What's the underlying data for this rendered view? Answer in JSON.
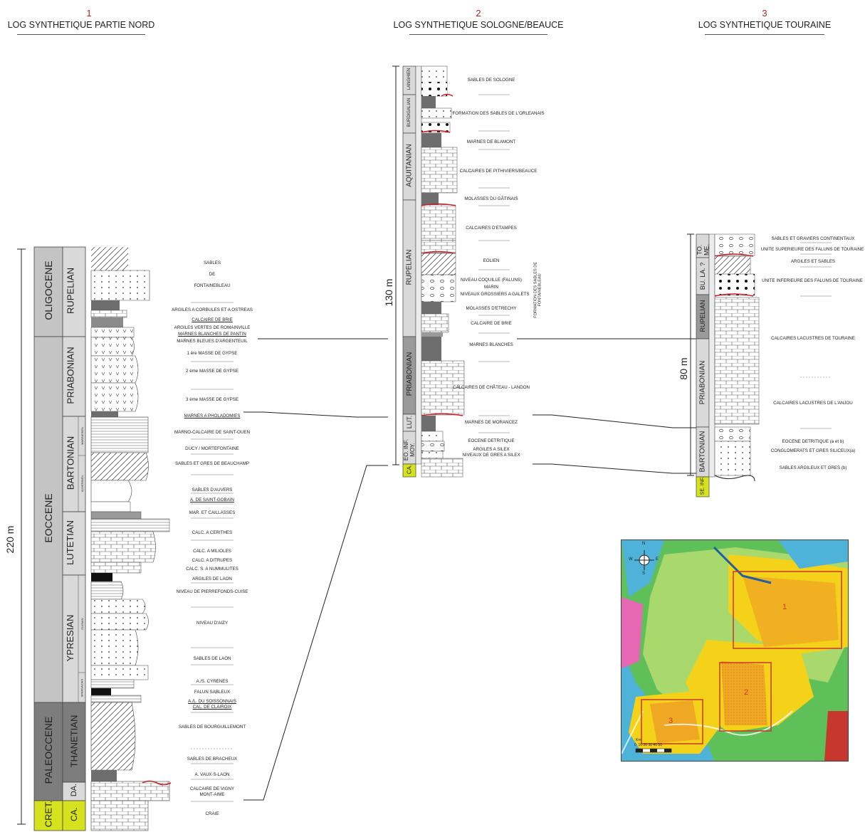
{
  "columns": [
    {
      "num": "1",
      "title": "LOG SYNTHETIQUE PARTIE NORD",
      "thickness": "220 m",
      "epochs": [
        {
          "name": "OLIGOCENE"
        },
        {
          "name": "EOCCENE"
        },
        {
          "name": "PALEOCCENE"
        },
        {
          "name": "CRET."
        }
      ],
      "stages": [
        {
          "name": "RUPELIAN"
        },
        {
          "name": "PRIABONIAN"
        },
        {
          "name": "BARTONIAN"
        },
        {
          "name": "LUTETIAN"
        },
        {
          "name": "YPRESIAN"
        },
        {
          "name": "THANETIAN"
        },
        {
          "name": "DA."
        },
        {
          "name": "CA."
        }
      ],
      "substages": [
        "MARINESIEN",
        "AUVERSIEN",
        "CUISIAN",
        "SPARNACIAN"
      ],
      "units": [
        "SABLES",
        "DE",
        "FONTAINEBLEAU",
        "ARGILES A CORBULES ET A OSTREAS",
        "CALCAIRE DE BRIE",
        "ARGILES VERTES DE ROMAINVILLE",
        "MARNES BLANCHES DE PANTIN",
        "MARNES BLEUES D'ARGENTEUIL",
        "1 ère MASSE DE GYPSE",
        "2 ème MASSE DE GYPSE",
        "3 ème MASSE DE GYPSE",
        "MARNES A PHOLADOMIES",
        "MARNO-CALCAIRE DE SAINT-OUEN",
        "DUCY / MORTEFONTAINE",
        "SABLES ET GRES DE BEAUCHAMP",
        "SABLES D'AUVERS",
        "A. DE SAINT-GOBAIN",
        "MAR. ET CAILLASSES",
        "CALC. A CERITHES",
        "CALC. A MILIOLES",
        "CALC. A DITRUPES",
        "CALC. S. A NUMMULITES",
        "ARGILES DE LAON",
        "NIVEAU DE PIERREFONDS-CUISE",
        "NIVEAU D'AIZY",
        "SABLES DE LAON",
        "A./S. CYRENES",
        "FALUN SABLEUX",
        "A./L. DU SOISSONNAIS",
        "CAL. DE CLAIROIX",
        "SABLES DE BOURGUILLEMONT",
        "SABLES DE BRACHEUX",
        "A. VAUX-S-LAON",
        "CALCAIRE DE VIGNY",
        "MONT-AIME",
        "CRAIE"
      ]
    },
    {
      "num": "2",
      "title": "LOG SYNTHETIQUE SOLOGNE/BEAUCE",
      "thickness": "130 m",
      "stages": [
        {
          "name": "LANGHIEN"
        },
        {
          "name": "BURDIGALIAN"
        },
        {
          "name": "AQUITANIAN"
        },
        {
          "name": "RUPELIAN"
        },
        {
          "name": "PRIABONIAN"
        },
        {
          "name": "LUT."
        },
        {
          "name": "EO. INF. MOY."
        },
        {
          "name": "CA."
        }
      ],
      "units": [
        "SABLES DE SOLOGNE",
        "FORMATION DES SABLES DE L'ORLEANAIS",
        "MARNES DE BLAMONT",
        "CALCAIRES DE PITHIVIERS/BEAUCE",
        "MOLASSES DU GÂTINAIS",
        "CALCAIRES D'ETAMPES",
        "EOLIEN",
        "NIVEAU COQUILLE (FALUNS)",
        "MARIN",
        "NIVEAUX GROSSIERS A GALETS",
        "MOLASSES D'ETRECHY",
        "CALCAIRE DE BRIE",
        "MARNES BLANCHES",
        "CALCAIRES DE CHÂTEAU - LANDON",
        "MARNES DE MORANCEZ",
        "EOCENE DETRITIQUE",
        "ARGILES A SILEX",
        "NIVEAUX DE GRES A SILEX"
      ],
      "side_label": "FORMATION DES SABLES DE FONTAINEBLEAU"
    },
    {
      "num": "3",
      "title": "LOG SYNTHETIQUE TOURAINE",
      "thickness": "80 m",
      "stages": [
        {
          "name": "TO. ME."
        },
        {
          "name": "BU. LA. ?"
        },
        {
          "name": "RUPELIAN"
        },
        {
          "name": "PRIABONIAN"
        },
        {
          "name": "BARTONIAN"
        },
        {
          "name": "SE. INF."
        }
      ],
      "units": [
        "SABLES ET GRAVIERS CONTINENTAUX",
        "UNITE SUPERIEURE DES FALUNS DE TOURAINE",
        "ARGILES ET SABLES",
        "UNITE INFERIEURE DES FALUNS DE TOURAINE",
        "CALCAIRES LACUSTRES DE TOURAINE",
        "CALCAIRES LACUSTRES DE L'ANJOU",
        "EOCENE DETRITIQUE (a et b)",
        "CONGLOMERATS ET GRES SILICEUX(a)",
        "SABLES ARGILEUX ET GRES (b)"
      ]
    }
  ],
  "map": {
    "compass": {
      "n": "N",
      "s": "S",
      "e": "E",
      "w": "W"
    },
    "scale_unit": "Km",
    "scale_ticks": "0  10 20 30 40 50",
    "boxes": [
      "1",
      "2",
      "3"
    ],
    "colors": {
      "yellow": "#f4d21a",
      "orange": "#f0a824",
      "green": "#5fbf58",
      "lightgreen": "#a9d86d",
      "blue": "#4fb3d9",
      "pink": "#e667b4",
      "red": "#c8372d"
    }
  },
  "colors": {
    "epoch_fill": "#c4c4c4",
    "paleocene_fill": "#7d7d7d",
    "stage_fill": "#d9d9d9",
    "cretaceous_fill": "#d7e21f",
    "dark_unit": "#6e6e6e",
    "title_num": "#b22222",
    "unconformity": "#c8222a"
  }
}
